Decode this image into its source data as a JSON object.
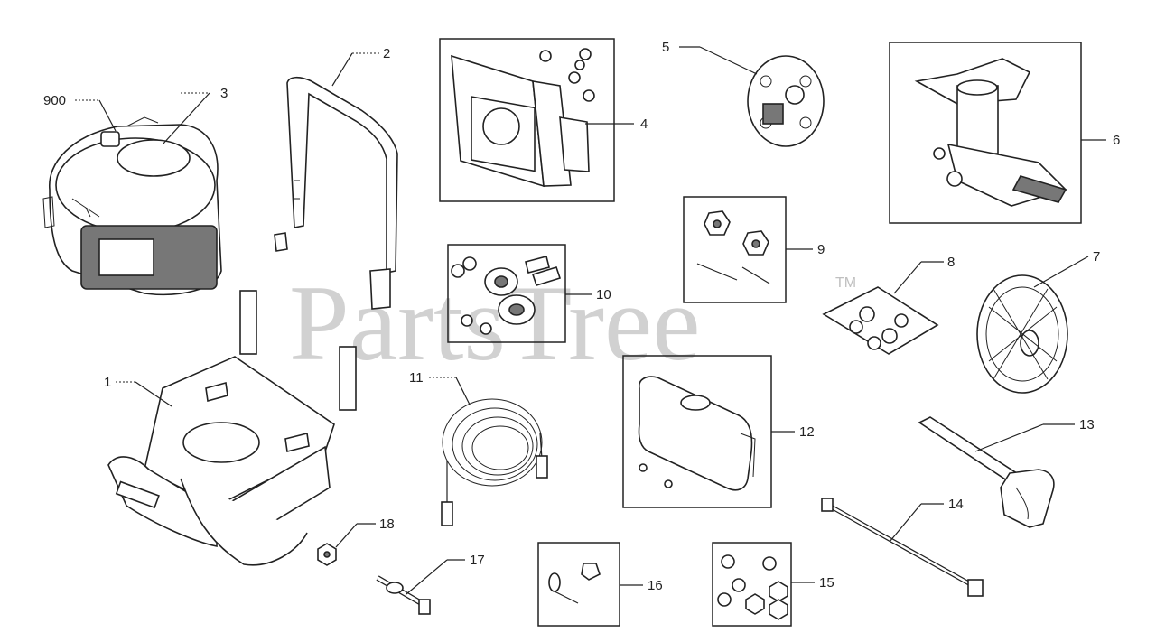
{
  "watermark": {
    "text": "PartsTree",
    "trademark": "TM"
  },
  "callouts": [
    {
      "key": "c900",
      "label": "900"
    },
    {
      "key": "c1",
      "label": "1"
    },
    {
      "key": "c2",
      "label": "2"
    },
    {
      "key": "c3",
      "label": "3"
    },
    {
      "key": "c4",
      "label": "4"
    },
    {
      "key": "c5",
      "label": "5"
    },
    {
      "key": "c6",
      "label": "6"
    },
    {
      "key": "c7",
      "label": "7"
    },
    {
      "key": "c8",
      "label": "8"
    },
    {
      "key": "c9",
      "label": "9"
    },
    {
      "key": "c10",
      "label": "10"
    },
    {
      "key": "c11",
      "label": "11"
    },
    {
      "key": "c12",
      "label": "12"
    },
    {
      "key": "c13",
      "label": "13"
    },
    {
      "key": "c14",
      "label": "14"
    },
    {
      "key": "c15",
      "label": "15"
    },
    {
      "key": "c16",
      "label": "16"
    },
    {
      "key": "c17",
      "label": "17"
    },
    {
      "key": "c18",
      "label": "18"
    }
  ]
}
